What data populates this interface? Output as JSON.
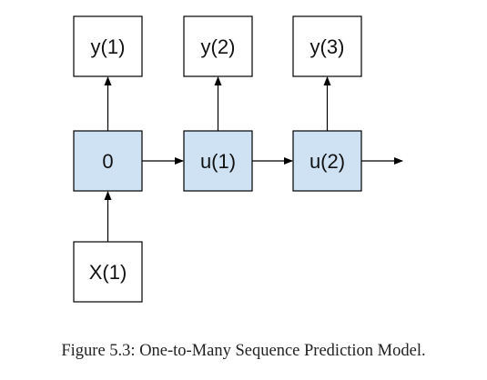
{
  "diagram": {
    "outputs": [
      "y(1)",
      "y(2)",
      "y(3)"
    ],
    "states": [
      "0",
      "u(1)",
      "u(2)"
    ],
    "input": "X(1)"
  },
  "caption": "Figure 5.3: One-to-Many Sequence Prediction Model.",
  "colors": {
    "state_fill": "#cfe2f3",
    "output_fill": "#ffffff",
    "stroke": "#000000"
  }
}
